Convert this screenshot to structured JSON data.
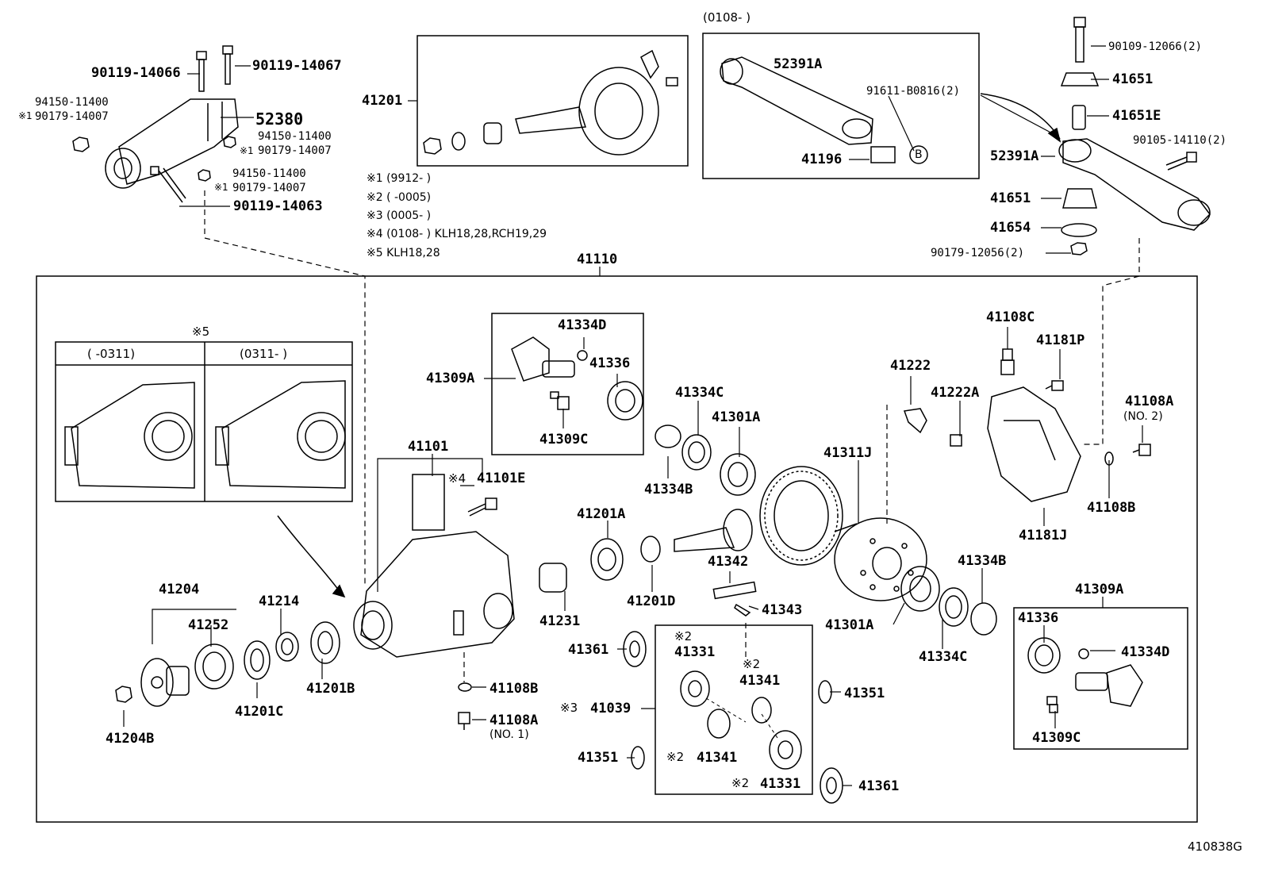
{
  "labels": {
    "l90119_14066": "90119-14066",
    "l90119_14067": "90119-14067",
    "l94150_11400_a": "94150-11400",
    "l90179_14007_a": "90179-14007",
    "l52380": "52380",
    "l94150_11400_b": "94150-11400",
    "l90179_14007_b": "90179-14007",
    "l94150_11400_c": "94150-11400",
    "l90179_14007_c": "90179-14007",
    "l90119_14063": "90119-14063",
    "l41201": "41201",
    "l52391A_a": "52391A",
    "l91611_B0816": "91611-B0816(2)",
    "l41196": "41196",
    "l90109_12066": "90109-12066(2)",
    "l41651_a": "41651",
    "l41651E": "41651E",
    "l52391A_b": "52391A",
    "l90105_14110": "90105-14110(2)",
    "l41651_b": "41651",
    "l41654": "41654",
    "l90179_12056": "90179-12056(2)",
    "l41110": "41110",
    "l41334D_a": "41334D",
    "l41336_a": "41336",
    "l41309A_a": "41309A",
    "l41309C_a": "41309C",
    "l41334C_a": "41334C",
    "l41301A_a": "41301A",
    "l41334B_a": "41334B",
    "l41222": "41222",
    "l41222A": "41222A",
    "l41108C": "41108C",
    "l41181P": "41181P",
    "l41108A_a": "41108A",
    "l41311J": "41311J",
    "l41108B_a": "41108B",
    "l41181J": "41181J",
    "l41101": "41101",
    "l41101E": "41101E",
    "l41201A": "41201A",
    "l41342": "41342",
    "l41343": "41343",
    "l41231": "41231",
    "l41201D": "41201D",
    "l41301A_b": "41301A",
    "l41334B_b": "41334B",
    "l41334C_b": "41334C",
    "l41309A_b": "41309A",
    "l41336_b": "41336",
    "l41334D_b": "41334D",
    "l41309C_b": "41309C",
    "l41204": "41204",
    "l41252": "41252",
    "l41214": "41214",
    "l41201C": "41201C",
    "l41201B": "41201B",
    "l41204B": "41204B",
    "l41108B_b": "41108B",
    "l41108A_b": "41108A",
    "l41361_a": "41361",
    "l41331_a": "41331",
    "l41341_a": "41341",
    "l41351_a": "41351",
    "l41039": "41039",
    "l41351_b": "41351",
    "l41341_b": "41341",
    "l41331_b": "41331",
    "l41361_b": "41361"
  },
  "sub_labels": {
    "no1": "(NO. 1)",
    "no2": "(NO. 2)",
    "b_circle": "B"
  },
  "marks": {
    "m1": "※1",
    "m1b": "※1",
    "m1c": "※1",
    "m2a": "※2",
    "m2b": "※2",
    "m2c": "※2",
    "m2d": "※2",
    "m3": "※3",
    "m4": "※4",
    "m5": "※5"
  },
  "notes": {
    "n1": "※1 (9912-      )",
    "n2": "※2 (        -0005)",
    "n3": "※3 (0005-      )",
    "n4": "※4 (0108-       ) KLH18,28,RCH19,29",
    "n5": "※5 KLH18,28"
  },
  "inset": {
    "top_range": "(0108-          )",
    "col1": "(        -0311)",
    "col2": "(0311-          )"
  },
  "figure_ref": "410838G"
}
